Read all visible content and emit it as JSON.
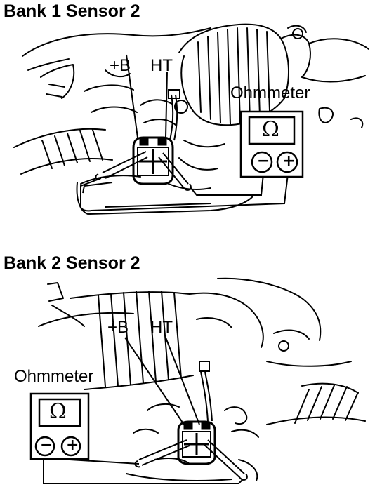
{
  "panels": [
    {
      "title": "Bank 1 Sensor 2",
      "labels": {
        "plus_b": "+B",
        "ht": "HT",
        "meter": "Ohmmeter"
      },
      "meter": {
        "symbol": "Ω",
        "negative": "−",
        "positive": "+"
      }
    },
    {
      "title": "Bank 2 Sensor 2",
      "labels": {
        "plus_b": "+B",
        "ht": "HT",
        "meter": "Ohmmeter"
      },
      "meter": {
        "symbol": "Ω",
        "negative": "−",
        "positive": "+"
      }
    }
  ],
  "icons": {
    "ohmmeter": "ohmmeter-icon",
    "sensor_connector": "oxygen-sensor-connector-icon",
    "engine": "engine-drawing-icon"
  },
  "colors": {
    "ink": "#000000",
    "background": "#ffffff"
  }
}
